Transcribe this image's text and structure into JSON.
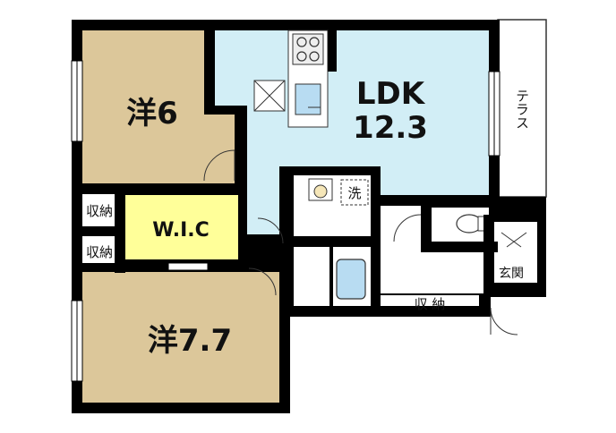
{
  "rooms": {
    "western_6": "洋6",
    "western_77": "洋7.7",
    "ldk_name": "LDK",
    "ldk_size": "12.3",
    "wic": "W.I.C",
    "storage_top": "収納",
    "storage_mid": "収納",
    "storage_bottom": "収 納",
    "laundry": "洗",
    "entrance": "玄関",
    "terrace": "テラス"
  },
  "colors": {
    "western": "#dcc79a",
    "ldk": "#d2eef6",
    "wic": "#ffff99",
    "wet_fixture": "#b8dcf2",
    "wall": "#000000",
    "floor_plain": "#ffffff"
  }
}
